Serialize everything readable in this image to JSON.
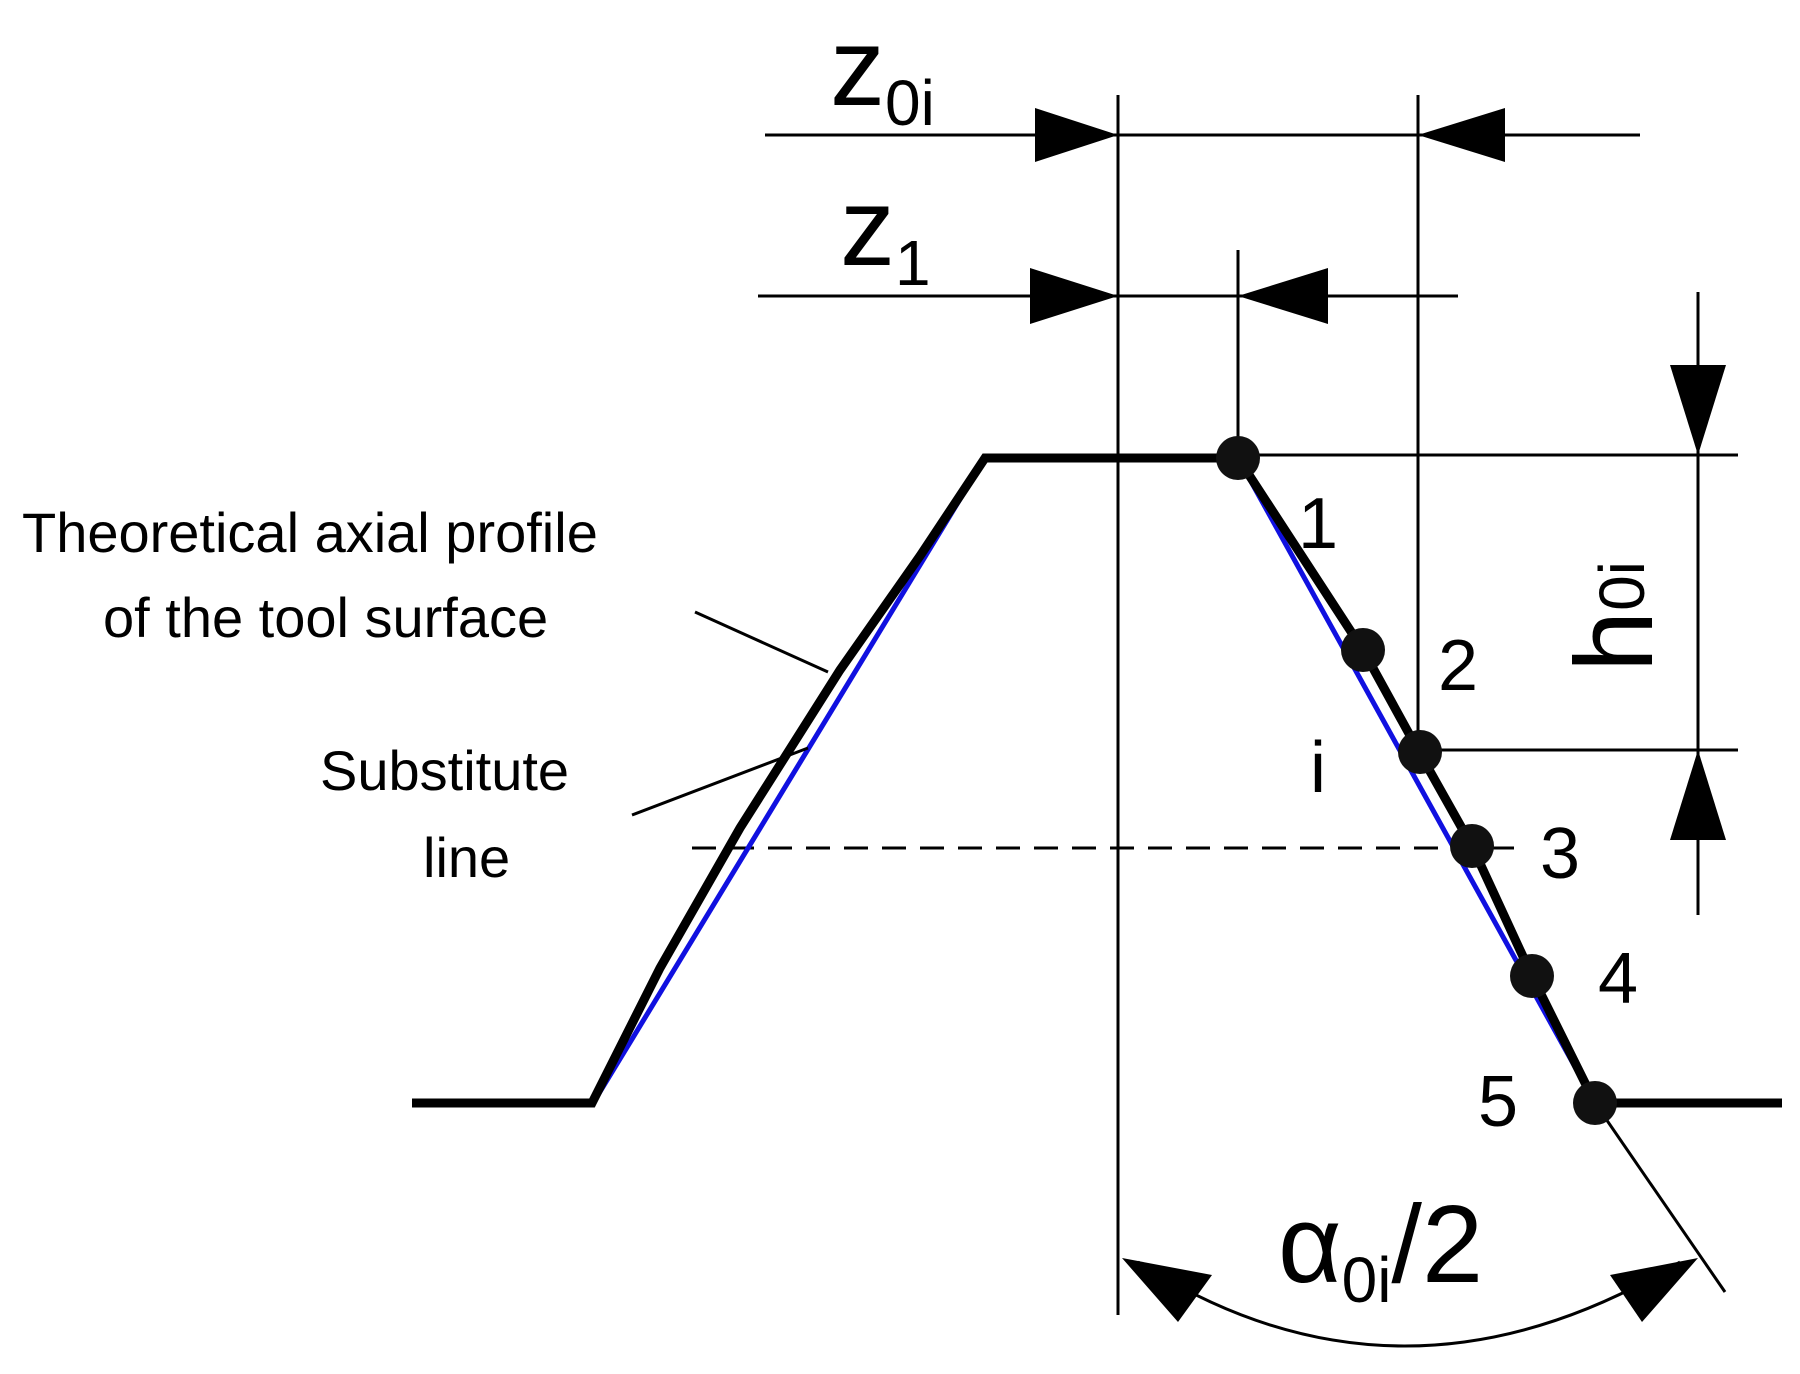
{
  "dimensions": {
    "z0": {
      "main": "z",
      "sub": "0i"
    },
    "z1": {
      "main": "z",
      "sub": "1"
    },
    "h0": {
      "main": "h",
      "sub": "0i"
    },
    "alpha": {
      "main": "α",
      "sub": "0i",
      "tail": "/2"
    }
  },
  "points": [
    "1",
    "2",
    "i",
    "3",
    "4",
    "5"
  ],
  "annotations": {
    "theoretical": [
      "Theoretical axial profile",
      "of the tool surface"
    ],
    "substitute": [
      "Substitute",
      "line"
    ]
  },
  "colors": {
    "profile": "#000000",
    "substitute_line": "#1010e0"
  }
}
